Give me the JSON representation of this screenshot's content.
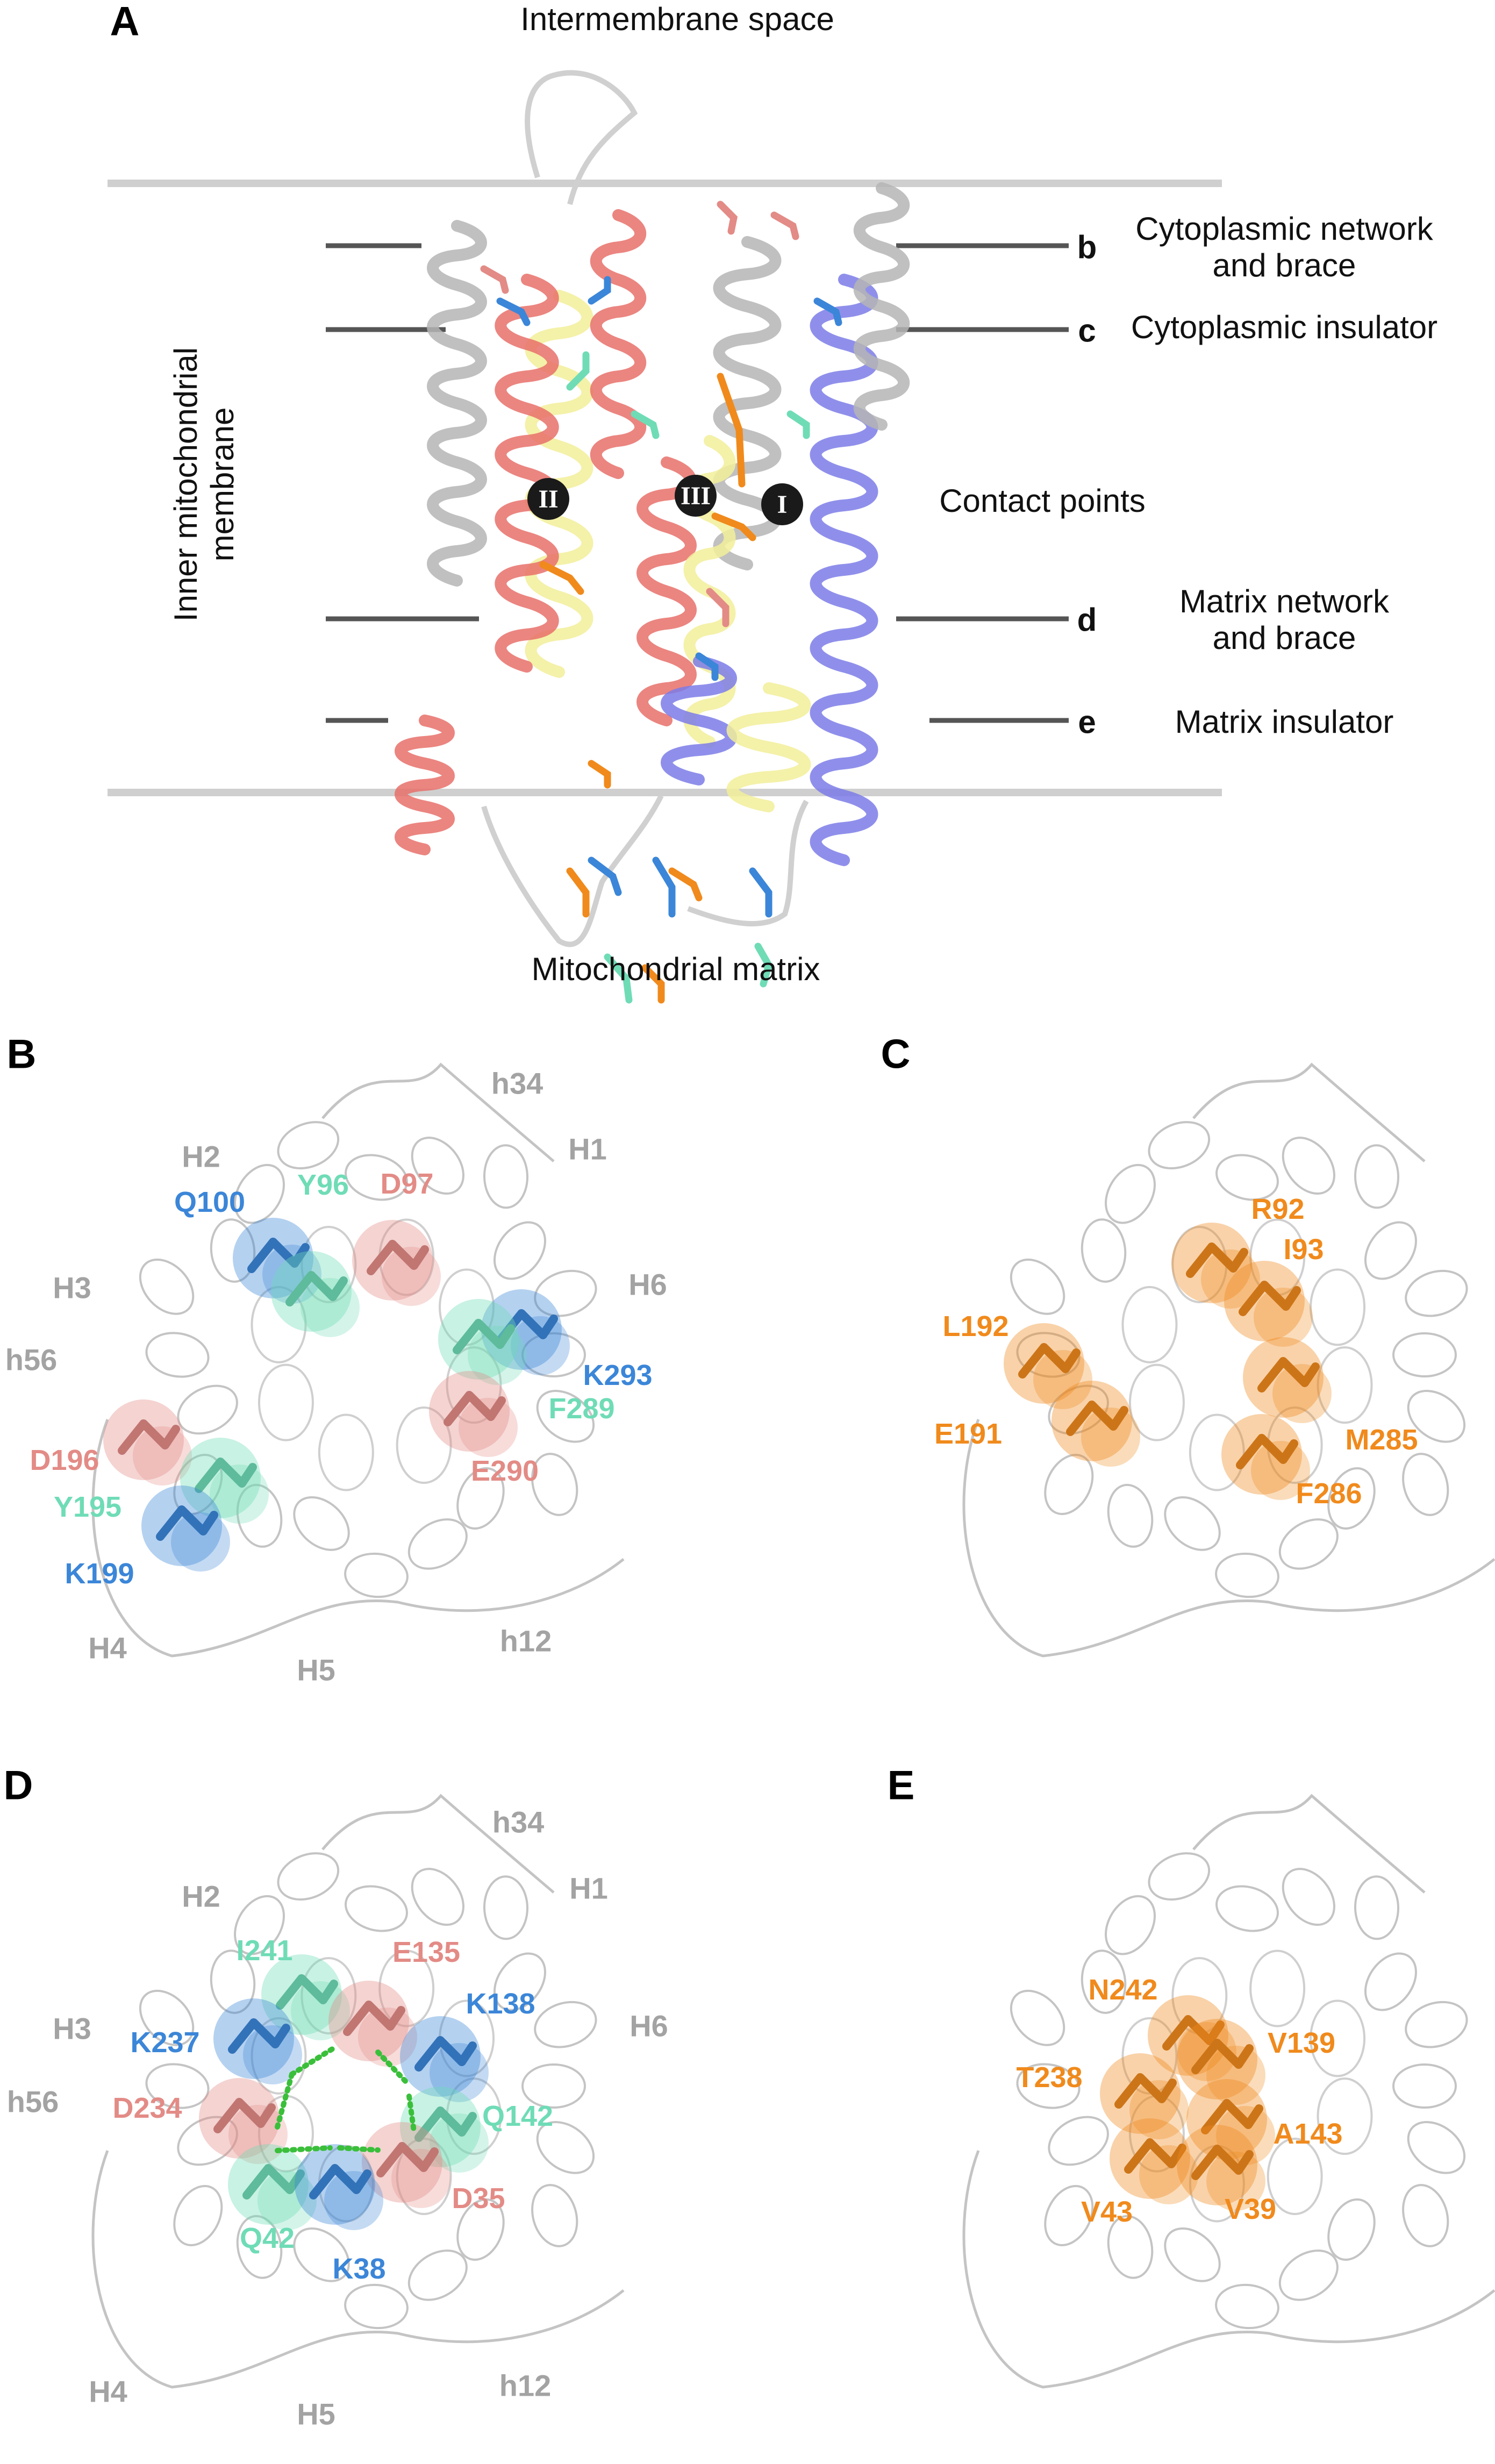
{
  "colors": {
    "acidic": "#e38b86",
    "basic": "#3b86d8",
    "polar": "#6fdcb6",
    "hydrophobic": "#f08a1c",
    "helix_label": "#a3a3a3",
    "hbond": "#3bbf3b"
  },
  "panel_a": {
    "letter": "A",
    "top_label": "Intermembrane space",
    "bottom_label": "Mitochondrial matrix",
    "membrane_label": [
      "Inner mitochondrial",
      "membrane"
    ],
    "contact_label": "Contact points",
    "contact_points": [
      "II",
      "III",
      "I"
    ],
    "levels": [
      {
        "letter": "b",
        "lines": [
          "Cytoplasmic network",
          "and brace"
        ]
      },
      {
        "letter": "c",
        "lines": [
          "Cytoplasmic insulator"
        ]
      },
      {
        "letter": "d",
        "lines": [
          "Matrix network",
          "and brace"
        ]
      },
      {
        "letter": "e",
        "lines": [
          "Matrix insulator"
        ]
      }
    ]
  },
  "panel_b": {
    "letter": "B",
    "helices": [
      "h34",
      "H1",
      "H2",
      "H3",
      "H6",
      "h56",
      "H4",
      "H5",
      "h12"
    ],
    "residues": [
      {
        "label": "Q100",
        "type": "basic"
      },
      {
        "label": "Y96",
        "type": "polar"
      },
      {
        "label": "D97",
        "type": "acidic"
      },
      {
        "label": "K293",
        "type": "basic"
      },
      {
        "label": "F289",
        "type": "polar"
      },
      {
        "label": "E290",
        "type": "acidic"
      },
      {
        "label": "D196",
        "type": "acidic"
      },
      {
        "label": "Y195",
        "type": "polar"
      },
      {
        "label": "K199",
        "type": "basic"
      }
    ]
  },
  "panel_c": {
    "letter": "C",
    "residues": [
      {
        "label": "R92",
        "type": "hydrophobic"
      },
      {
        "label": "I93",
        "type": "hydrophobic"
      },
      {
        "label": "L192",
        "type": "hydrophobic"
      },
      {
        "label": "E191",
        "type": "hydrophobic"
      },
      {
        "label": "M285",
        "type": "hydrophobic"
      },
      {
        "label": "F286",
        "type": "hydrophobic"
      }
    ]
  },
  "panel_d": {
    "letter": "D",
    "helices": [
      "h34",
      "H1",
      "H2",
      "H3",
      "H6",
      "h56",
      "H4",
      "H5",
      "h12"
    ],
    "residues": [
      {
        "label": "I241",
        "type": "polar"
      },
      {
        "label": "E135",
        "type": "acidic"
      },
      {
        "label": "K138",
        "type": "basic"
      },
      {
        "label": "K237",
        "type": "basic"
      },
      {
        "label": "D234",
        "type": "acidic"
      },
      {
        "label": "Q142",
        "type": "polar"
      },
      {
        "label": "D35",
        "type": "acidic"
      },
      {
        "label": "Q42",
        "type": "polar"
      },
      {
        "label": "K38",
        "type": "basic"
      }
    ]
  },
  "panel_e": {
    "letter": "E",
    "residues": [
      {
        "label": "N242",
        "type": "hydrophobic"
      },
      {
        "label": "V139",
        "type": "hydrophobic"
      },
      {
        "label": "T238",
        "type": "hydrophobic"
      },
      {
        "label": "A143",
        "type": "hydrophobic"
      },
      {
        "label": "V43",
        "type": "hydrophobic"
      },
      {
        "label": "V39",
        "type": "hydrophobic"
      }
    ]
  }
}
